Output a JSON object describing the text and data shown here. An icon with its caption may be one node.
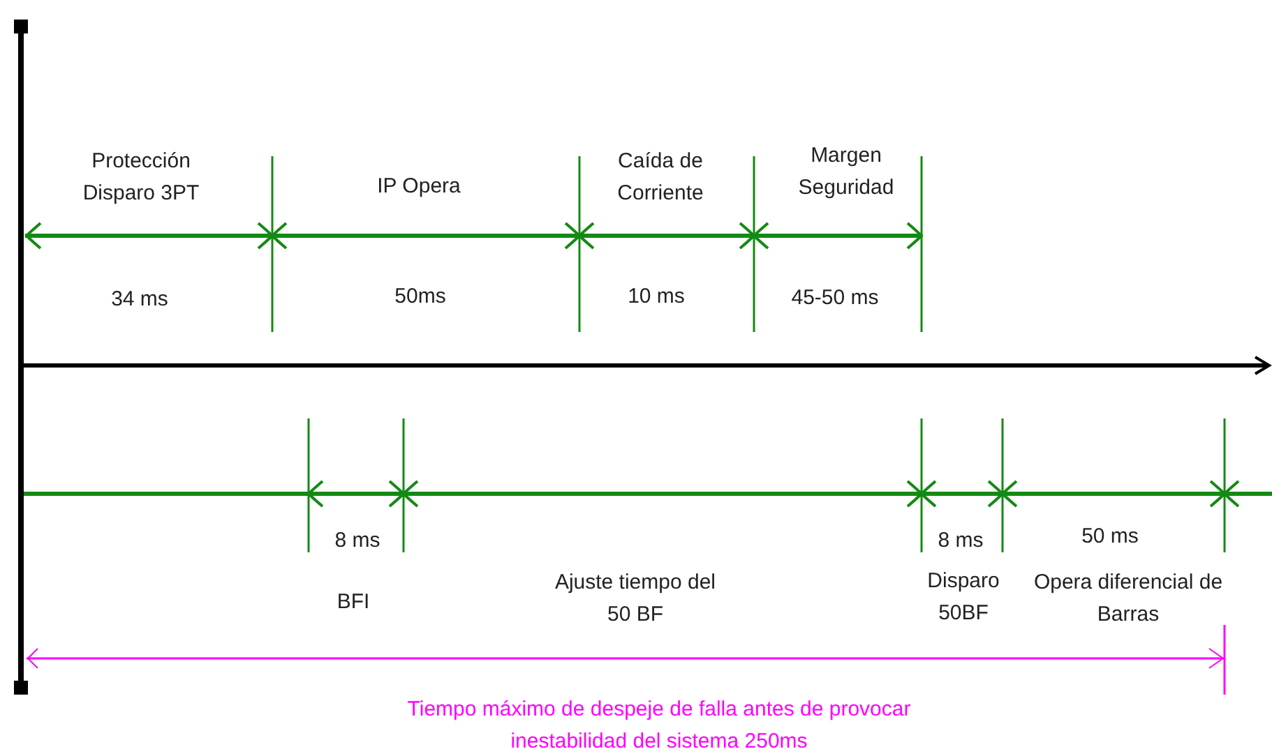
{
  "diagram": {
    "labels": [
      "Protección Disparo 3PT",
      "IP Opera",
      "Caída de Corriente",
      "Margen Seguridad",
      "34 ms",
      "50ms",
      "10 ms",
      "45-50 ms",
      "8 ms",
      "8 ms",
      "50 ms",
      "BFI",
      "Ajuste tiempo del 50 BF",
      "Disparo 50BF",
      "Opera diferencial de Barras",
      "Tiempo máximo de despeje de falla antes de provocar inestabilidad del sistema 250ms"
    ]
  }
}
